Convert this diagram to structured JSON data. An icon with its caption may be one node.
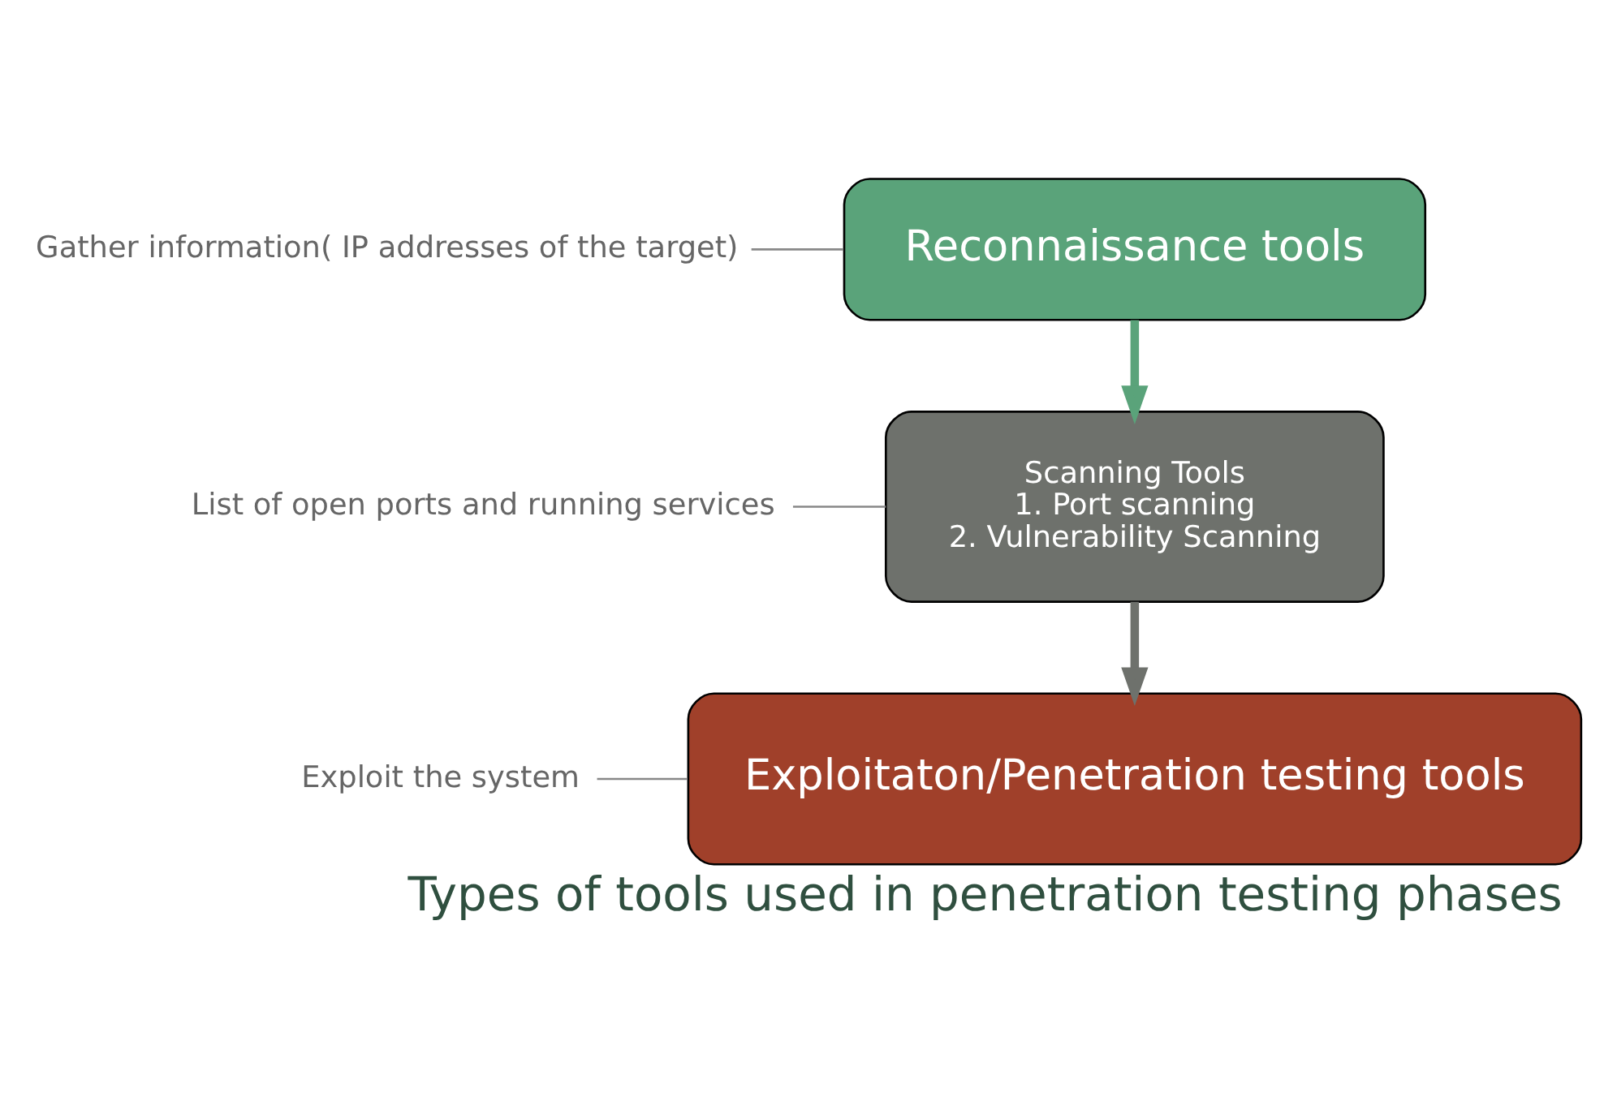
{
  "diagram": {
    "caption": "Types of tools used in penetration testing phases",
    "nodes": [
      {
        "text": [
          "Reconnaissance tools"
        ]
      },
      {
        "text": [
          "Gather information( IP addresses of the target)"
        ]
      },
      {
        "text": [
          "Scanning Tools",
          "1. Port scanning",
          "2. Vulnerability Scanning"
        ]
      },
      {
        "text": [
          "List of open ports and running services"
        ]
      },
      {
        "text": [
          "Exploitaton/Penetration testing tools"
        ]
      },
      {
        "text": [
          "Exploit the system"
        ]
      }
    ],
    "edges": [
      {
        "from": 1,
        "to": 0,
        "arrow": "none"
      },
      {
        "from": 0,
        "to": 2,
        "arrow": "to",
        "style": "thick",
        "color": "#5aa37a"
      },
      {
        "from": 3,
        "to": 2,
        "arrow": "none"
      },
      {
        "from": 2,
        "to": 4,
        "arrow": "to",
        "style": "thick",
        "color": "#6e716c"
      },
      {
        "from": 5,
        "to": 4,
        "arrow": "none"
      }
    ]
  }
}
